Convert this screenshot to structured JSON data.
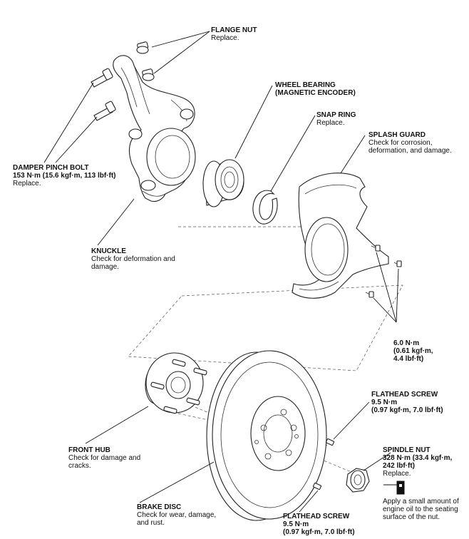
{
  "labels": {
    "flange_nut": {
      "title": "FLANGE NUT",
      "lines": [
        "Replace."
      ]
    },
    "wheel_bearing": {
      "title": "WHEEL BEARING",
      "lines": [
        "(MAGNETIC ENCODER)"
      ]
    },
    "snap_ring": {
      "title": "SNAP RING",
      "lines": [
        "Replace."
      ]
    },
    "splash_guard": {
      "title": "SPLASH GUARD",
      "lines": [
        "Check for corrosion,",
        "deformation, and damage."
      ]
    },
    "damper_pinch_bolt": {
      "title": "DAMPER PINCH BOLT",
      "lines": [
        "153 N·m (15.6 kgf·m, 113 lbf·ft)",
        "Replace."
      ]
    },
    "knuckle": {
      "title": "KNUCKLE",
      "lines": [
        "Check for deformation and",
        "damage."
      ]
    },
    "guard_screw_torque": {
      "title": "6.0 N·m",
      "lines": [
        "(0.61 kgf·m,",
        "4.4 lbf·ft)"
      ]
    },
    "flathead_screw_top": {
      "title": "FLATHEAD SCREW",
      "lines": [
        "9.5 N·m",
        "(0.97 kgf·m, 7.0 lbf·ft)"
      ]
    },
    "front_hub": {
      "title": "FRONT HUB",
      "lines": [
        "Check for damage and",
        "cracks."
      ]
    },
    "spindle_nut": {
      "title": "SPINDLE NUT",
      "lines": [
        "328 N·m (33.4 kgf·m,",
        "242 lbf·ft)",
        "Replace."
      ]
    },
    "oil_note": {
      "title": "",
      "lines": [
        "Apply a small amount of",
        "engine oil to the seating",
        "surface of the nut."
      ]
    },
    "brake_disc": {
      "title": "BRAKE DISC",
      "lines": [
        "Check for wear, damage,",
        "and rust."
      ]
    },
    "flathead_screw_bottom": {
      "title": "FLATHEAD SCREW",
      "lines": [
        "9.5 N·m",
        "(0.97 kgf·m, 7.0 lbf·ft)"
      ]
    }
  },
  "icons": {
    "oil_can": "engine-oil-icon"
  }
}
